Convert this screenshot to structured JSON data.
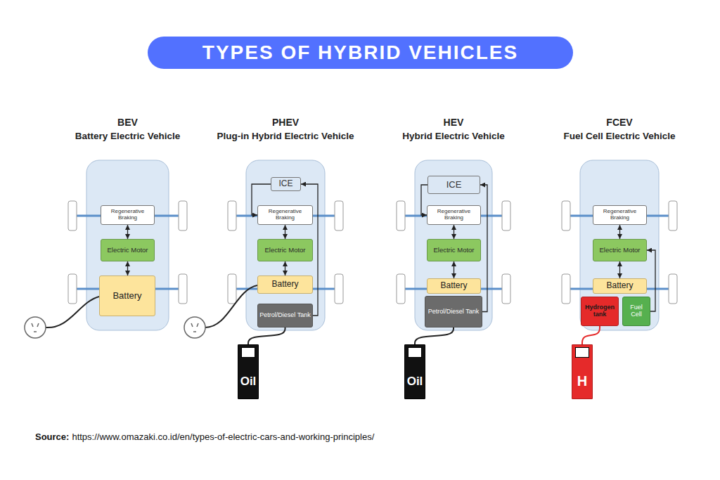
{
  "diagram": {
    "title": "TYPES OF HYBRID VEHICLES",
    "nodes": [
      {
        "text": [
          "BEV",
          "Battery Electric Vehicle"
        ]
      },
      {
        "text": [
          "Regenerative Braking"
        ],
        "in": 0
      },
      {
        "text": [
          "Electric Motor"
        ],
        "in": 0
      },
      {
        "text": [
          "Battery"
        ],
        "in": 0
      },
      {
        "text": [
          "PHEV",
          "Plug-in Hybrid Electric Vehicle"
        ]
      },
      {
        "text": [
          "ICE"
        ],
        "in": 4
      },
      {
        "text": [
          "Regenerative Braking"
        ],
        "in": 4
      },
      {
        "text": [
          "Electric Motor"
        ],
        "in": 4
      },
      {
        "text": [
          "Battery"
        ],
        "in": 4
      },
      {
        "text": [
          "Petrol/Diesel Tank"
        ],
        "in": 4
      },
      {
        "text": [
          "Oil"
        ]
      },
      {
        "text": [
          "HEV",
          "Hybrid Electric Vehicle"
        ]
      },
      {
        "text": [
          "ICE"
        ],
        "in": 11
      },
      {
        "text": [
          "Regenerative Braking"
        ],
        "in": 11
      },
      {
        "text": [
          "Electric Motor"
        ],
        "in": 11
      },
      {
        "text": [
          "Battery"
        ],
        "in": 11
      },
      {
        "text": [
          "Petrol/Diesel Tank"
        ],
        "in": 11
      },
      {
        "text": [
          "Oil"
        ]
      },
      {
        "text": [
          "FCEV",
          "Fuel Cell Electric Vehicle"
        ]
      },
      {
        "text": [
          "Regenerative Braking"
        ],
        "in": 18
      },
      {
        "text": [
          "Electric Motor"
        ],
        "in": 18
      },
      {
        "text": [
          "Battery"
        ],
        "in": 18
      },
      {
        "text": [
          "Hydrogen tank"
        ],
        "in": 18
      },
      {
        "text": [
          "Fuel Cell"
        ],
        "in": 18
      },
      {
        "text": [
          "H"
        ]
      }
    ],
    "edges": [
      {
        "from": 1,
        "to": 2,
        "arrow": "both"
      },
      {
        "from": 2,
        "to": 3,
        "arrow": "both"
      },
      {
        "from": 6,
        "to": 7,
        "arrow": "both"
      },
      {
        "from": 7,
        "to": 8,
        "arrow": "both"
      },
      {
        "from": 9,
        "to": 5,
        "arrow": "to"
      },
      {
        "from": 5,
        "to": 6,
        "arrow": "to"
      },
      {
        "from": 10,
        "to": 9,
        "arrow": "none"
      },
      {
        "from": 13,
        "to": 14,
        "arrow": "both"
      },
      {
        "from": 14,
        "to": 15,
        "arrow": "both"
      },
      {
        "from": 16,
        "to": 12,
        "arrow": "to"
      },
      {
        "from": 12,
        "to": 13,
        "arrow": "to"
      },
      {
        "from": 17,
        "to": 16,
        "arrow": "none"
      },
      {
        "from": 19,
        "to": 20,
        "arrow": "both"
      },
      {
        "from": 20,
        "to": 21,
        "arrow": "both"
      },
      {
        "from": 23,
        "to": 20,
        "arrow": "to"
      },
      {
        "from": 24,
        "to": 22,
        "arrow": "none"
      }
    ],
    "labels": [
      "Source:",
      "https://www.omazaki.co.id/en/types-of-electric-cars-and-working-principles/"
    ]
  }
}
